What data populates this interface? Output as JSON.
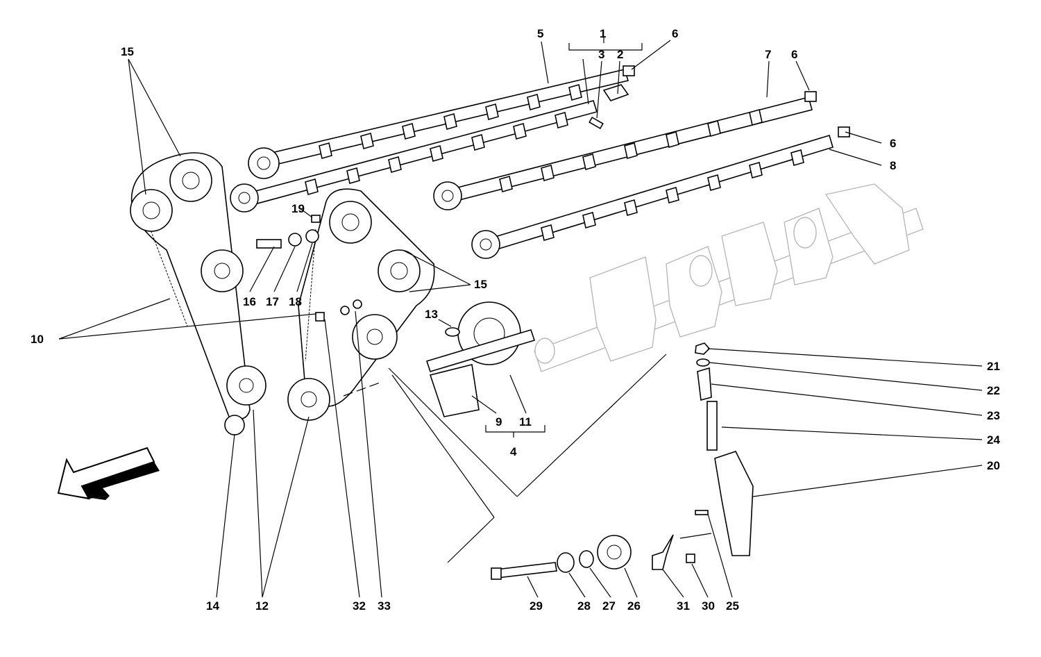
{
  "callouts": {
    "c1": "1",
    "c2": "2",
    "c3": "3",
    "c4": "4",
    "c5": "5",
    "c6a": "6",
    "c6b": "6",
    "c6c": "6",
    "c7": "7",
    "c8": "8",
    "c9": "9",
    "c10": "10",
    "c11": "11",
    "c12": "12",
    "c13": "13",
    "c14": "14",
    "c15a": "15",
    "c15b": "15",
    "c16": "16",
    "c17": "17",
    "c18": "18",
    "c19": "19",
    "c20": "20",
    "c21": "21",
    "c22": "22",
    "c23": "23",
    "c24": "24",
    "c25": "25",
    "c26": "26",
    "c27": "27",
    "c28": "28",
    "c29": "29",
    "c30": "30",
    "c31": "31",
    "c32": "32",
    "c33": "33"
  },
  "icons": {
    "direction_arrow": "front-direction-arrow-icon"
  }
}
